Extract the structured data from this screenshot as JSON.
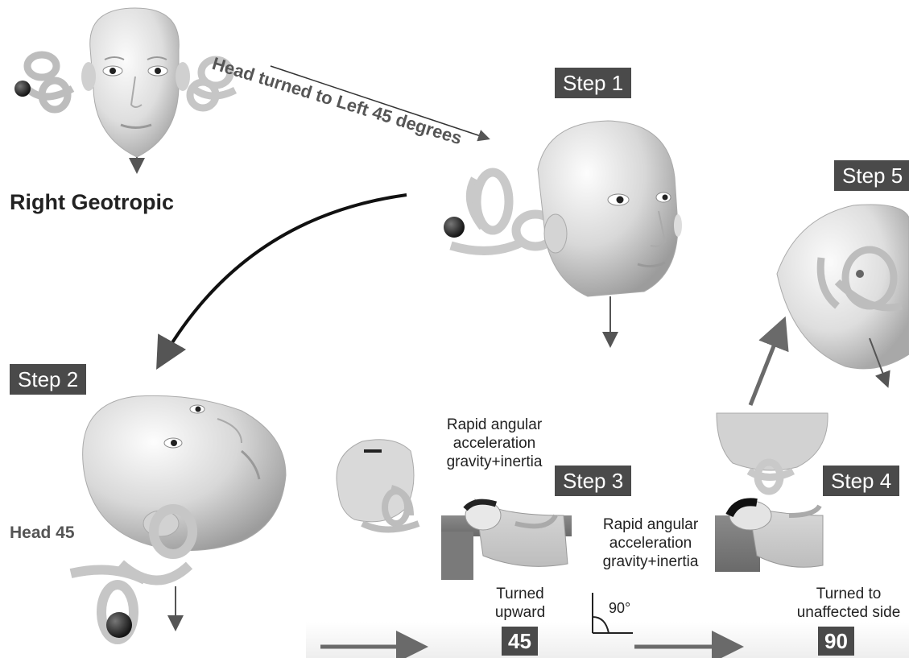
{
  "texts": {
    "head_turned": "Head turned  to Left 45 degrees",
    "right_geotropic": "Right Geotropic",
    "step1": "Step 1",
    "step2": "Step 2",
    "step3": "Step 3",
    "step4": "Step 4",
    "step5": "Step 5",
    "head45": "Head 45",
    "rapid_1": "Rapid angular\nacceleration\ngravity+inertia",
    "rapid_2": "Rapid angular\nacceleration\ngravity+inertia",
    "turned_upward": "Turned\nupward",
    "turned_unaffected": "Turned to\nunaffected side",
    "angle": "90°",
    "badge_45": "45",
    "badge_90": "90"
  },
  "colors": {
    "label_bg": "#4a4a4a",
    "skin_light": "#f2f2f2",
    "skin_mid": "#cfcfcf",
    "skin_dark": "#9a9a9a",
    "otolith": "#2a2a2a",
    "arrow": "#6a6a6a"
  }
}
